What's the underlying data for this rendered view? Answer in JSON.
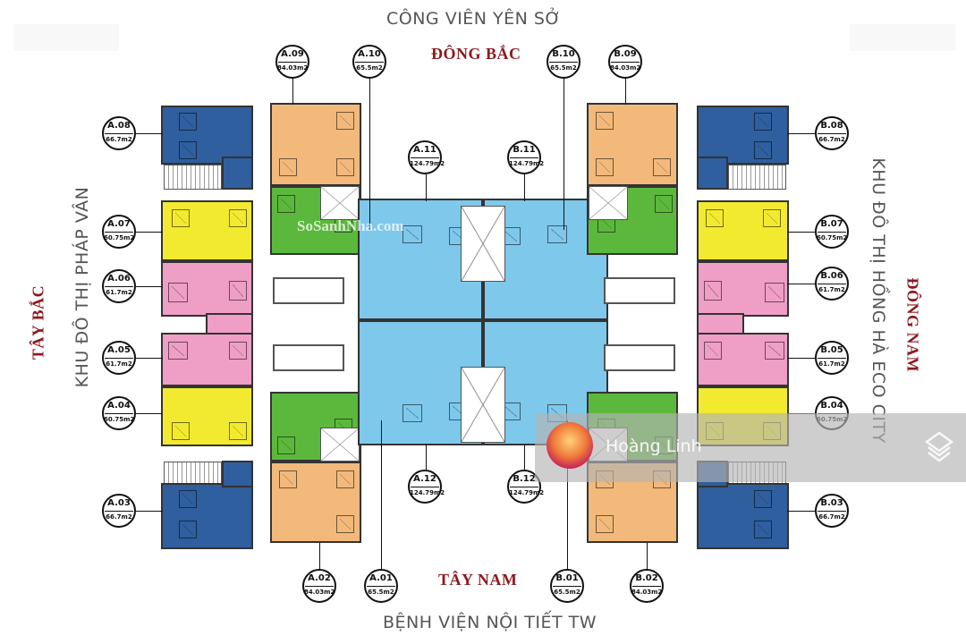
{
  "directions": {
    "north_east": "ĐÔNG BẮC",
    "south_west": "TÂY NAM",
    "north_west": "TÂY BẮC",
    "south_east": "ĐÔNG NAM"
  },
  "landmarks": {
    "top": "CÔNG VIÊN YÊN SỞ",
    "bottom": "BỆNH VIỆN NỘI TIẾT TW",
    "left": "KHU ĐÔ THỊ PHÁP VÂN",
    "right": "KHU ĐÔ THỊ HỒNG HÀ ECO CITY"
  },
  "unit_colors": {
    "66.7m2": "#2f5f9e",
    "84.03m2": "#f2b97a",
    "65.5m2": "#5cb83c",
    "60.75m2": "#f2ea2e",
    "61.7m2": "#ef9ec6",
    "124.79m2": "#7ec8ec"
  },
  "units": {
    "A01": {
      "code": "A.01",
      "area": "65.5m2"
    },
    "A02": {
      "code": "A.02",
      "area": "84.03m2"
    },
    "A03": {
      "code": "A.03",
      "area": "66.7m2"
    },
    "A04": {
      "code": "A.04",
      "area": "60.75m2"
    },
    "A05": {
      "code": "A.05",
      "area": "61.7m2"
    },
    "A06": {
      "code": "A.06",
      "area": "61.7m2"
    },
    "A07": {
      "code": "A.07",
      "area": "60.75m2"
    },
    "A08": {
      "code": "A.08",
      "area": "66.7m2"
    },
    "A09": {
      "code": "A.09",
      "area": "84.03m2"
    },
    "A10": {
      "code": "A.10",
      "area": "65.5m2"
    },
    "A11": {
      "code": "A.11",
      "area": "124.79m2"
    },
    "A12": {
      "code": "A.12",
      "area": "124.79m2"
    },
    "B01": {
      "code": "B.01",
      "area": "65.5m2"
    },
    "B02": {
      "code": "B.02",
      "area": "84.03m2"
    },
    "B03": {
      "code": "B.03",
      "area": "66.7m2"
    },
    "B04": {
      "code": "B.04",
      "area": "60.75m2"
    },
    "B05": {
      "code": "B.05",
      "area": "61.7m2"
    },
    "B06": {
      "code": "B.06",
      "area": "61.7m2"
    },
    "B07": {
      "code": "B.07",
      "area": "60.75m2"
    },
    "B08": {
      "code": "B.08",
      "area": "66.7m2"
    },
    "B09": {
      "code": "B.09",
      "area": "84.03m2"
    },
    "B10": {
      "code": "B.10",
      "area": "65.5m2"
    },
    "B11": {
      "code": "B.11",
      "area": "124.79m2"
    },
    "B12": {
      "code": "B.12",
      "area": "124.79m2"
    }
  },
  "watermarks": {
    "site": "SoSanhNha.com",
    "author": "Hoàng Linh",
    "logo_icon": "layers-logo-icon"
  }
}
